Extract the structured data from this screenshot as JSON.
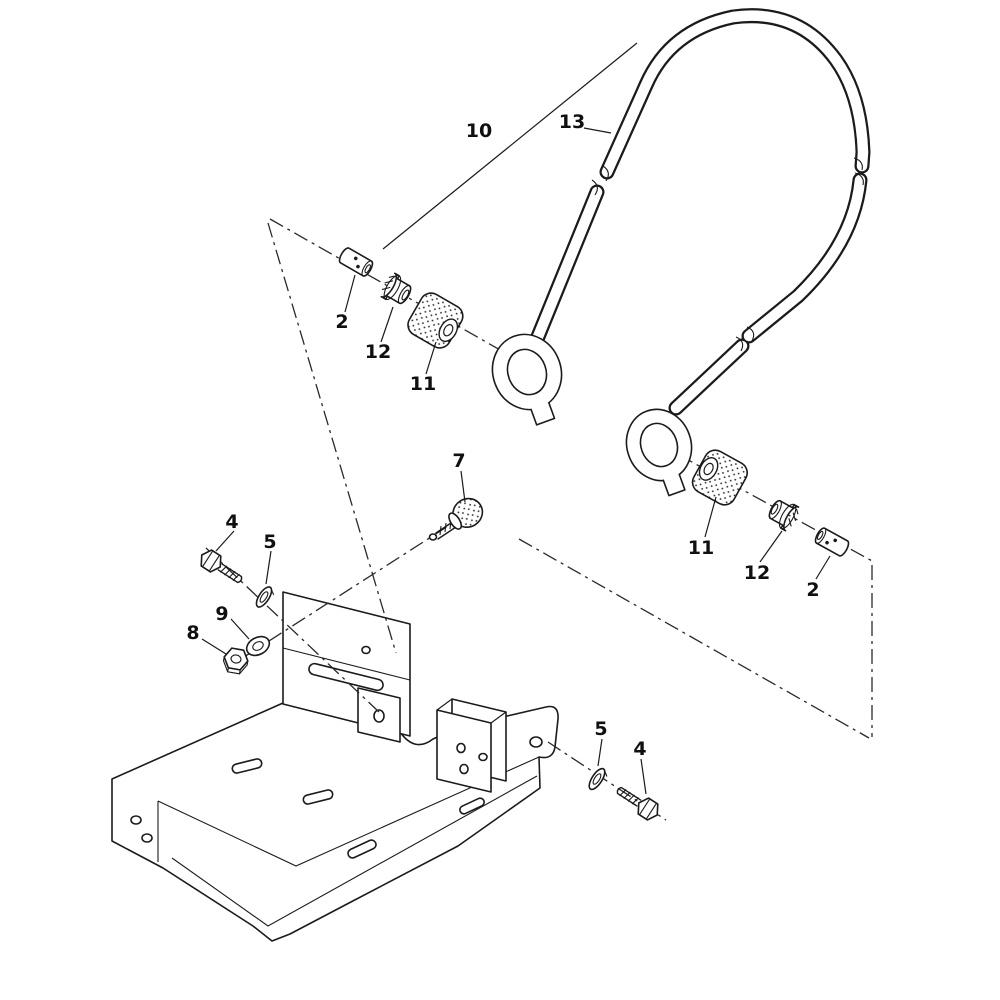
{
  "figure": {
    "type": "exploded-parts-diagram",
    "background": "#ffffff",
    "line_color": "#1b1b1b"
  },
  "callouts": [
    {
      "id": "callout-10",
      "text": "10"
    },
    {
      "id": "callout-13",
      "text": "13"
    },
    {
      "id": "callout-2-left",
      "text": "2"
    },
    {
      "id": "callout-12-left",
      "text": "12"
    },
    {
      "id": "callout-11-left",
      "text": "11"
    },
    {
      "id": "callout-7",
      "text": "7"
    },
    {
      "id": "callout-4-left",
      "text": "4"
    },
    {
      "id": "callout-5-left",
      "text": "5"
    },
    {
      "id": "callout-9",
      "text": "9"
    },
    {
      "id": "callout-8",
      "text": "8"
    },
    {
      "id": "callout-5-right",
      "text": "5"
    },
    {
      "id": "callout-4-right",
      "text": "4"
    },
    {
      "id": "callout-11-right",
      "text": "11"
    },
    {
      "id": "callout-12-right",
      "text": "12"
    },
    {
      "id": "callout-2-right",
      "text": "2"
    }
  ]
}
